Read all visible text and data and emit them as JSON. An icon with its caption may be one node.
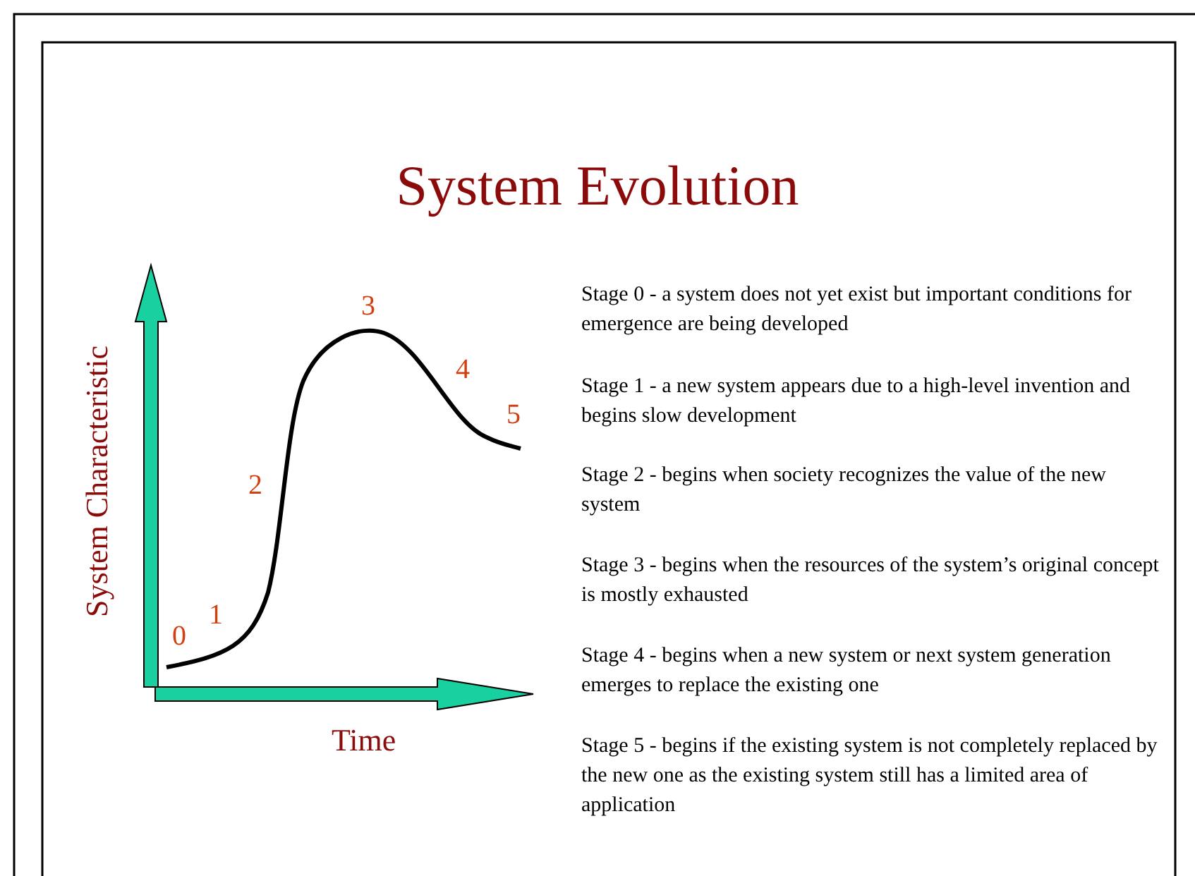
{
  "diagram": {
    "title": "System Evolution",
    "labels": [
      "System Characteristic",
      "0",
      "1",
      "2",
      "3",
      "4",
      "5",
      "Time",
      "Stage 0 - a system does not yet exist but important conditions for emergence are being developed",
      "Stage 1 - a new system appears due to a high-level invention and begins slow development",
      "Stage 2 - begins when society recognizes the value of the new system",
      "Stage 3 - begins when the resources of the system’s original concept is mostly exhausted",
      "Stage 4 - begins when a new system or next system generation emerges to replace the existing one",
      "Stage 5 - begins if the existing system is not completely replaced by the new one as the existing system still has a limited area of application"
    ]
  }
}
